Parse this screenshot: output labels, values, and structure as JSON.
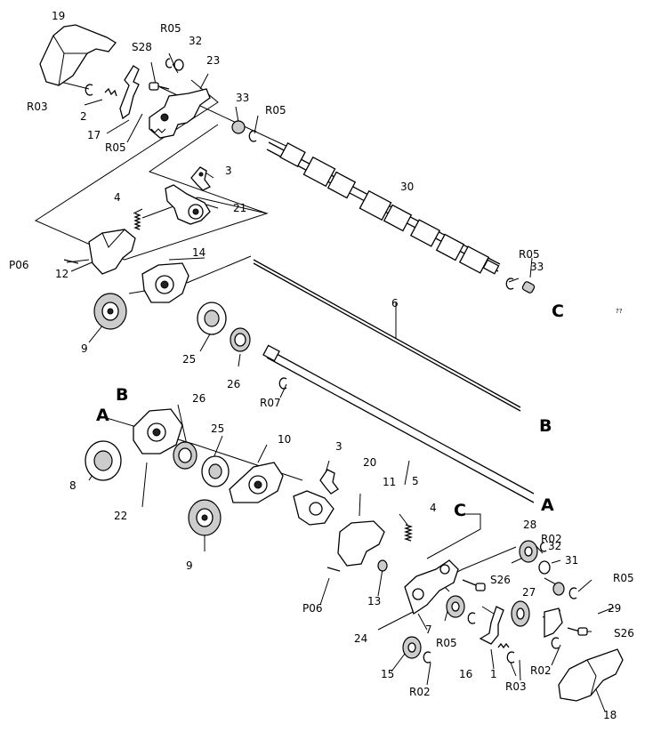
{
  "labels": {
    "p19": "19",
    "r05_a": "R05",
    "p32_a": "32",
    "s28": "S28",
    "p23": "23",
    "r03_a": "R03",
    "p2": "2",
    "p17": "17",
    "r05_b": "R05",
    "p33_a": "33",
    "r05_c": "R05",
    "p3_a": "3",
    "p30": "30",
    "p4_a": "4",
    "p21": "21",
    "p06_a": "P06",
    "p12": "12",
    "p14": "14",
    "r05_d": "R05",
    "p33_b": "33",
    "p9_a": "9",
    "p25_a": "25",
    "p26_a": "26",
    "p6": "6",
    "r07": "R07",
    "p26_b": "26",
    "p25_b": "25",
    "p10": "10",
    "p3_b": "3",
    "p20": "20",
    "p8": "8",
    "p22": "22",
    "p5": "5",
    "p9_b": "9",
    "p11": "11",
    "p4_b": "4",
    "p28": "28",
    "r02_a": "R02",
    "p32_b": "32",
    "s26_a": "S26",
    "p31": "31",
    "r05_e": "R05",
    "p27": "27",
    "p13": "13",
    "p06_b": "P06",
    "p29": "29",
    "s26_b": "S26",
    "p24": "24",
    "p7": "7",
    "r05_f": "R05",
    "r02_b": "R02",
    "p1": "1",
    "r03_b": "R03",
    "p16": "16",
    "p15": "15",
    "r02_c": "R02",
    "p18": "18"
  },
  "callouts": {
    "a_left": "A",
    "b_left": "B",
    "c_top": "C",
    "b_right": "B",
    "c_bottom": "C",
    "a_right": "A"
  },
  "page_mark": "??"
}
